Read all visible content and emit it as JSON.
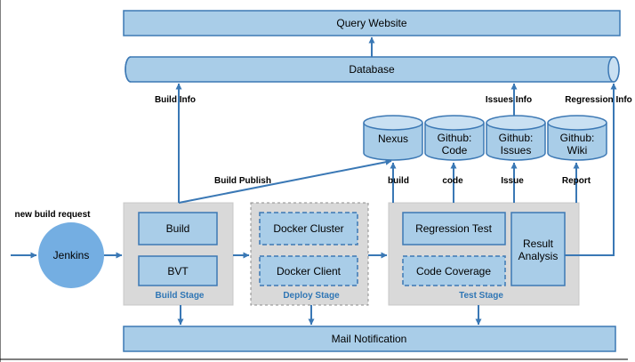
{
  "colors": {
    "box_fill": "#a9cde8",
    "box_stroke": "#3c78b4",
    "stage_fill": "#d9d9d9",
    "arrow": "#3a78b5",
    "jenkins_fill": "#74aee2",
    "stage_label": "#2f76b5"
  },
  "nodes": {
    "query_website": "Query Website",
    "database": "Database",
    "nexus": "Nexus",
    "github_code": [
      "Github:",
      "Code"
    ],
    "github_issues": [
      "Github:",
      "Issues"
    ],
    "github_wiki": [
      "Github:",
      "Wiki"
    ],
    "jenkins": "Jenkins",
    "build": "Build",
    "bvt": "BVT",
    "docker_cluster": "Docker Cluster",
    "docker_client": "Docker Client",
    "regression_test": "Regression Test",
    "code_coverage": "Code Coverage",
    "result_analysis": [
      "Result",
      "Analysis"
    ],
    "mail_notification": "Mail Notification"
  },
  "stages": {
    "build": "Build  Stage",
    "deploy": "Deploy  Stage",
    "test": "Test  Stage"
  },
  "edge_labels": {
    "build_info": "Build Info",
    "issues_info": "Issues Info",
    "regression_info": "Regression Info",
    "build_publish": "Build Publish",
    "new_build_request": "new build request",
    "build": "build",
    "code": "code",
    "issue": "Issue",
    "report": "Report"
  }
}
